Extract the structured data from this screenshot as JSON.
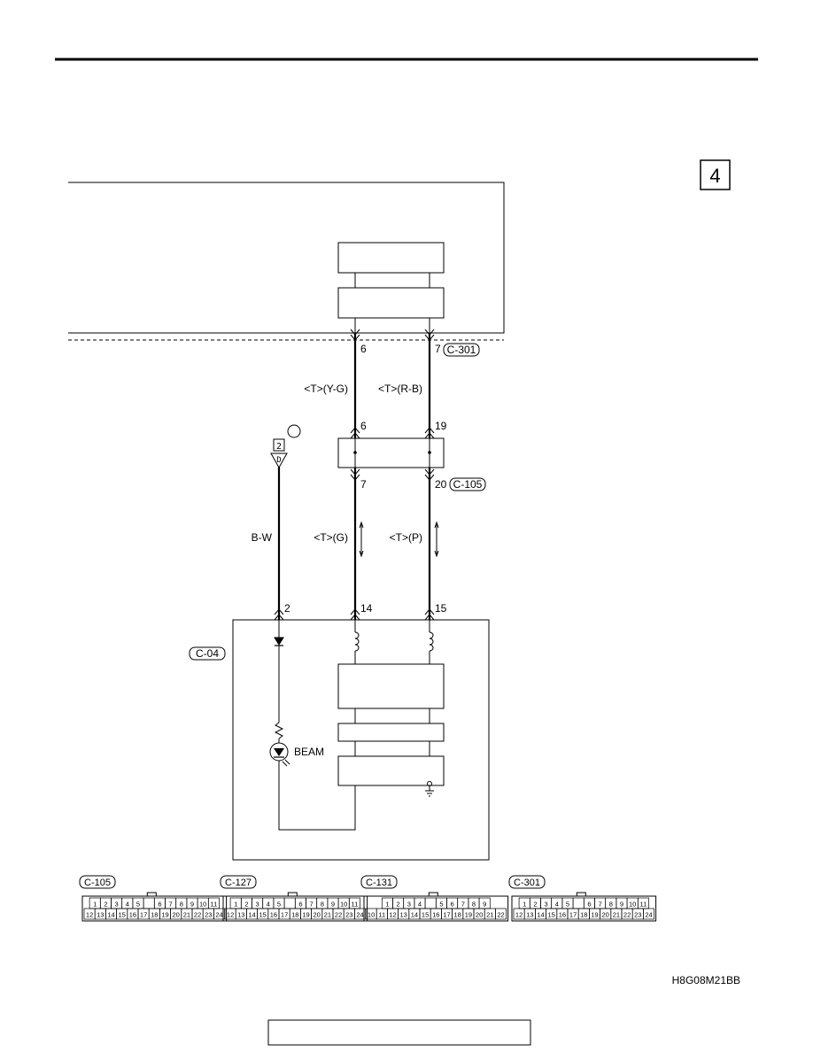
{
  "page": {
    "section_number": "4",
    "figure_code": "H8G08M21BB",
    "footer_box_text": ""
  },
  "wires": {
    "left_upper_color": "<T>(Y-G)",
    "right_upper_color": "<T>(R-B)",
    "left_lower_color": "<T>(G)",
    "right_lower_color": "<T>(P)",
    "feed_color": "B-W"
  },
  "pins": {
    "top_left": "6",
    "top_right": "7",
    "junction_in_left": "6",
    "junction_in_right": "19",
    "junction_out_left": "7",
    "junction_out_right": "20",
    "bottom_feed": "2",
    "bottom_left": "14",
    "bottom_right": "15"
  },
  "connectors": {
    "top": "C-301",
    "junction": "C-105",
    "unit": "C-04"
  },
  "source_ref": {
    "box": "2",
    "letter": "D"
  },
  "indicator_label": "BEAM",
  "connector_legend": [
    {
      "name": "C-105",
      "row1": [
        "1",
        "2",
        "3",
        "4",
        "5",
        "",
        "6",
        "7",
        "8",
        "9",
        "10",
        "11"
      ],
      "row2": [
        "12",
        "13",
        "14",
        "15",
        "16",
        "17",
        "18",
        "19",
        "20",
        "21",
        "22",
        "23",
        "24"
      ]
    },
    {
      "name": "C-127",
      "row1": [
        "1",
        "2",
        "3",
        "4",
        "5",
        "",
        "6",
        "7",
        "8",
        "9",
        "10",
        "11"
      ],
      "row2": [
        "12",
        "13",
        "14",
        "15",
        "16",
        "17",
        "18",
        "19",
        "20",
        "21",
        "22",
        "23",
        "24"
      ]
    },
    {
      "name": "C-131",
      "row1": [
        "1",
        "2",
        "3",
        "4",
        "",
        "5",
        "6",
        "7",
        "8",
        "9"
      ],
      "row2": [
        "10",
        "11",
        "12",
        "13",
        "14",
        "15",
        "16",
        "17",
        "18",
        "19",
        "20",
        "21",
        "22"
      ]
    },
    {
      "name": "C-301",
      "row1": [
        "1",
        "2",
        "3",
        "4",
        "5",
        "",
        "6",
        "7",
        "8",
        "9",
        "10",
        "11"
      ],
      "row2": [
        "12",
        "13",
        "14",
        "15",
        "16",
        "17",
        "18",
        "19",
        "20",
        "21",
        "22",
        "23",
        "24"
      ]
    }
  ]
}
